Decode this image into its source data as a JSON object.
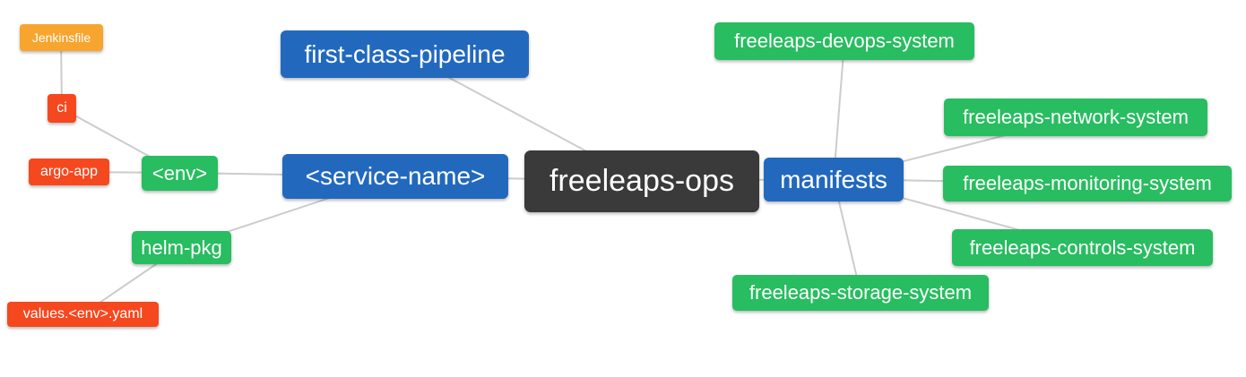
{
  "diagram": {
    "colors": {
      "blue": "#2269be",
      "green": "#28bd60",
      "amber": "#f7a52e",
      "red": "#f5481f",
      "dark": "#3a3a3a",
      "edge": "#cccccc",
      "background": "#ffffff",
      "node_text": "#ffffff"
    },
    "nodes": {
      "root": {
        "label": "freeleaps-ops"
      },
      "first_class_pipeline": {
        "label": "first-class-pipeline"
      },
      "service_name": {
        "label": "<service-name>"
      },
      "manifests": {
        "label": "manifests"
      },
      "env": {
        "label": "<env>"
      },
      "helm_pkg": {
        "label": "helm-pkg"
      },
      "jenkinsfile": {
        "label": "Jenkinsfile"
      },
      "ci": {
        "label": "ci"
      },
      "argo_app": {
        "label": "argo-app"
      },
      "values_env_yaml": {
        "label": "values.<env>.yaml"
      },
      "devops_system": {
        "label": "freeleaps-devops-system"
      },
      "network_system": {
        "label": "freeleaps-network-system"
      },
      "monitoring_system": {
        "label": "freeleaps-monitoring-system"
      },
      "controls_system": {
        "label": "freeleaps-controls-system"
      },
      "storage_system": {
        "label": "freeleaps-storage-system"
      }
    },
    "edges": [
      {
        "from": "jenkinsfile",
        "to": "ci"
      },
      {
        "from": "ci",
        "to": "env"
      },
      {
        "from": "argo_app",
        "to": "env"
      },
      {
        "from": "env",
        "to": "service_name"
      },
      {
        "from": "helm_pkg",
        "to": "service_name"
      },
      {
        "from": "values_env_yaml",
        "to": "helm_pkg"
      },
      {
        "from": "first_class_pipeline",
        "to": "root"
      },
      {
        "from": "service_name",
        "to": "root"
      },
      {
        "from": "root",
        "to": "manifests"
      },
      {
        "from": "manifests",
        "to": "devops_system"
      },
      {
        "from": "manifests",
        "to": "network_system"
      },
      {
        "from": "manifests",
        "to": "monitoring_system"
      },
      {
        "from": "manifests",
        "to": "controls_system"
      },
      {
        "from": "manifests",
        "to": "storage_system"
      }
    ]
  }
}
